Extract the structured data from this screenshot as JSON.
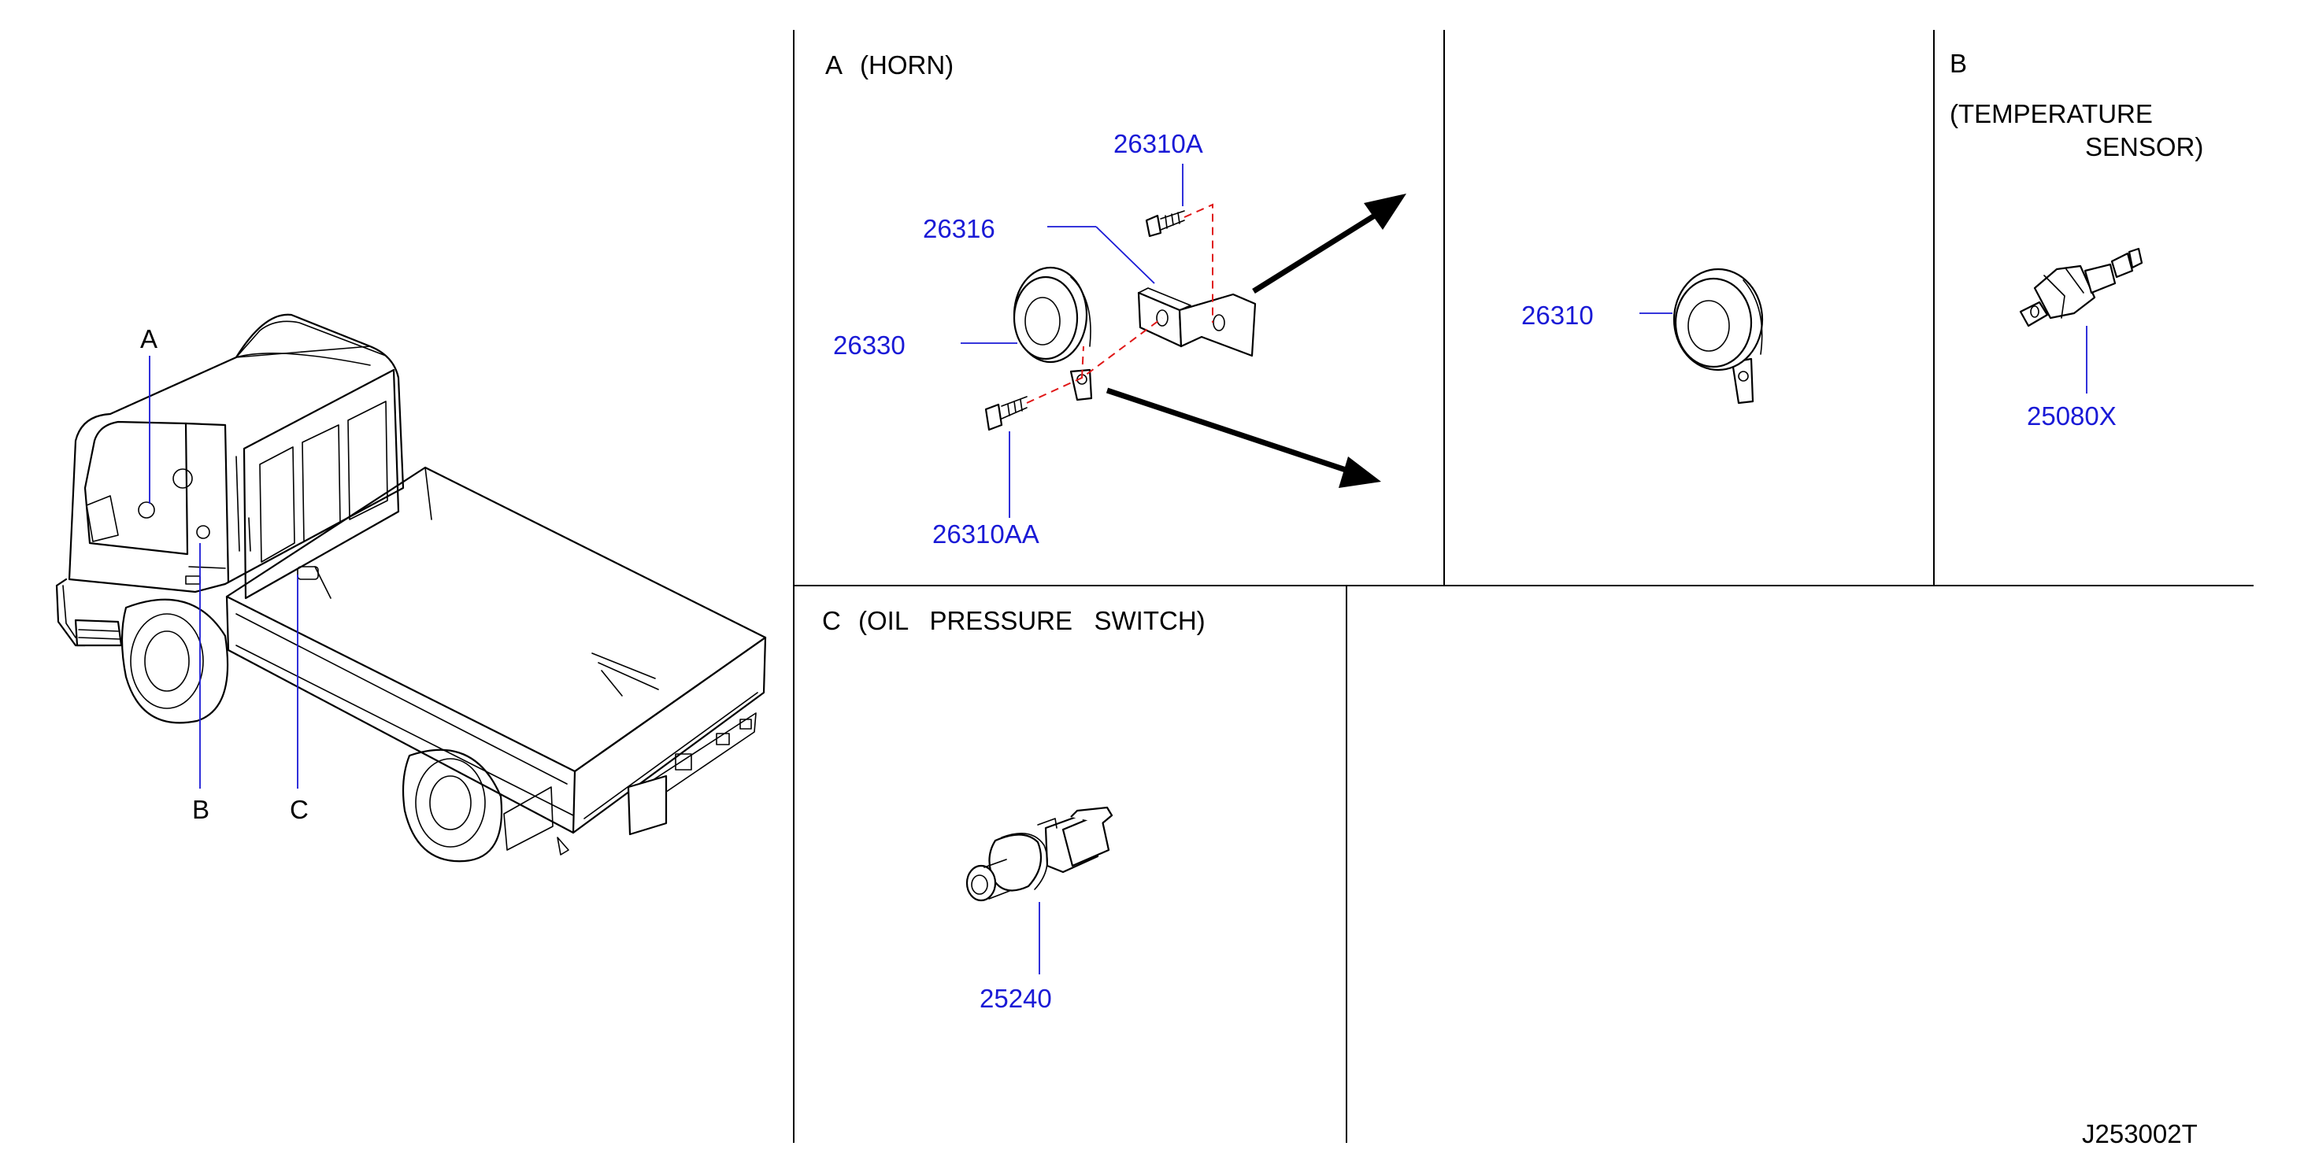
{
  "callouts": {
    "a": "A",
    "b": "B",
    "c": "C"
  },
  "sections": {
    "horn": {
      "letter": "A",
      "title": "(HORN)"
    },
    "temp_sensor": {
      "letter": "B",
      "title_line1": "(TEMPERATURE",
      "title_line2": "SENSOR)"
    },
    "oil_switch": {
      "letter": "C",
      "title": "(OIL   PRESSURE   SWITCH)"
    }
  },
  "parts": {
    "bolt_upper": "26310A",
    "bracket": "26316",
    "horn_assembly": "26330",
    "bolt_lower": "26310AA",
    "horn_alt": "26310",
    "temp_sensor": "25080X",
    "oil_switch": "25240"
  },
  "diagram_code": "J253002T",
  "colors": {
    "part_number": "#1a1ad6",
    "guide_dash": "#e01818",
    "line": "#000000"
  }
}
